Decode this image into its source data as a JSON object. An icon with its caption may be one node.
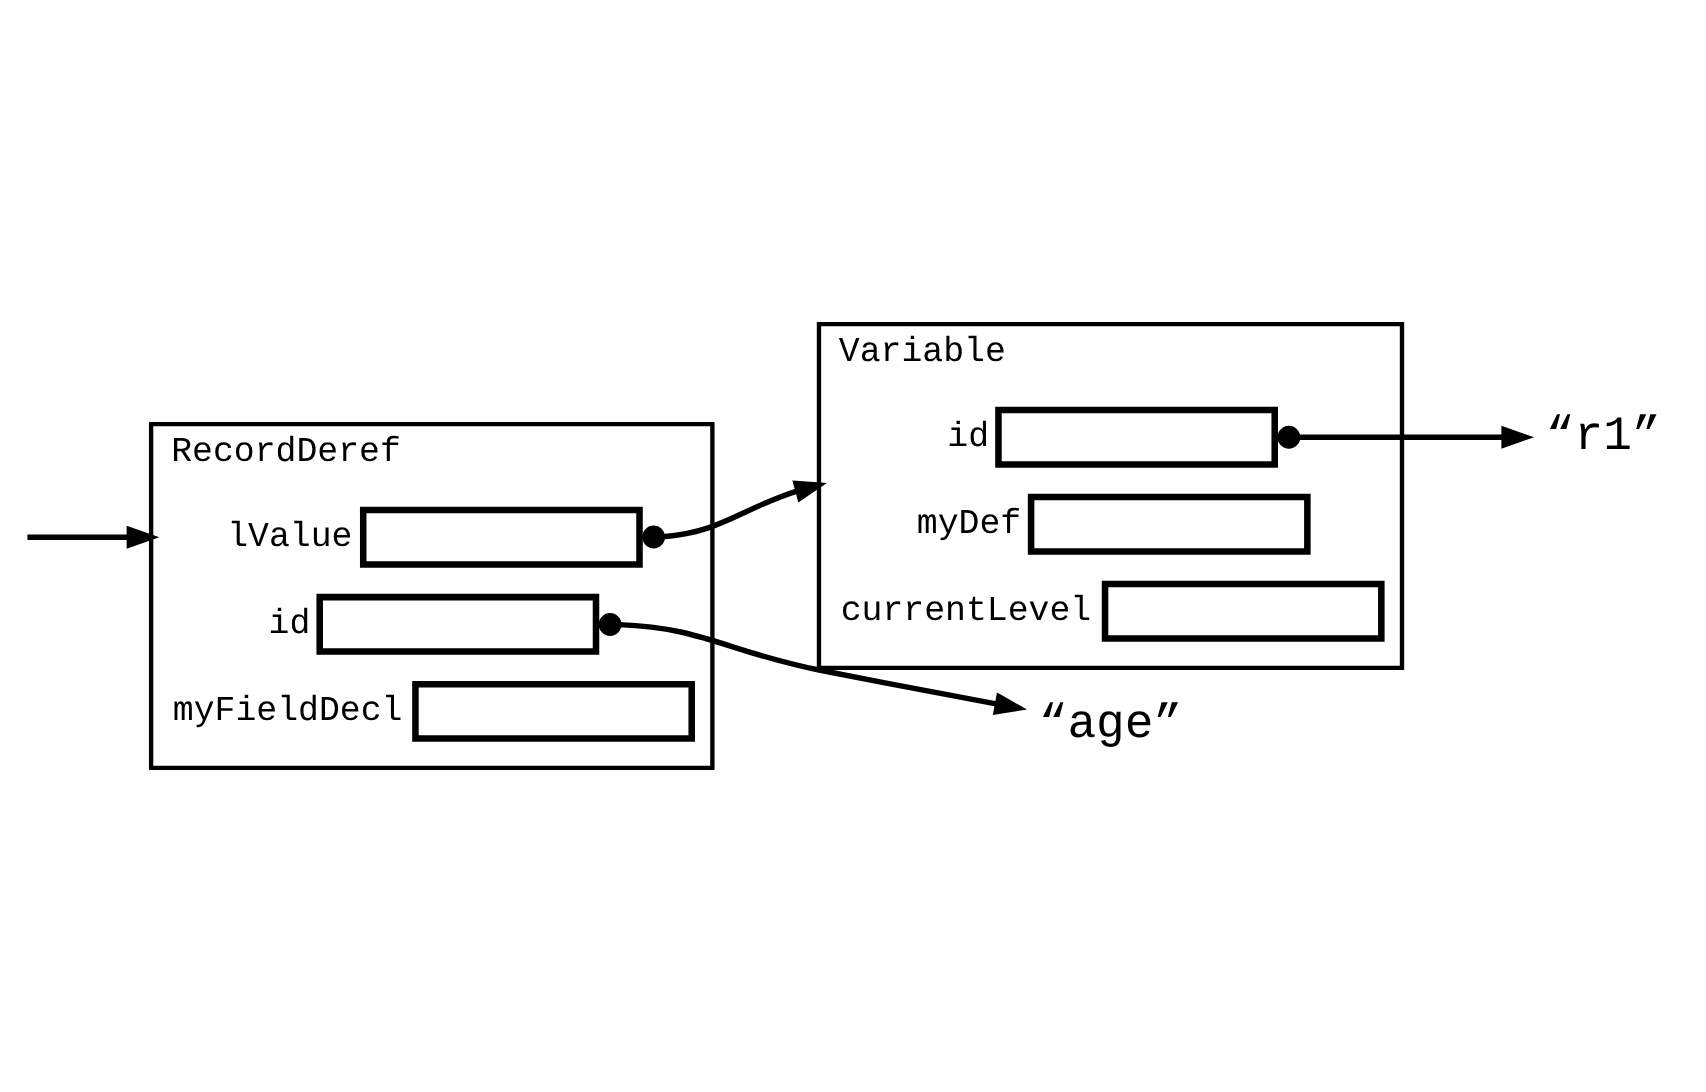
{
  "diagram": {
    "nodes": [
      {
        "text": [
          "RecordDeref"
        ]
      },
      {
        "text": [],
        "shape": "box",
        "in": 0,
        "beside": [
          "lValue"
        ]
      },
      {
        "text": [],
        "shape": "box",
        "in": 0,
        "beside": [
          "id"
        ]
      },
      {
        "text": [],
        "shape": "box",
        "in": 0,
        "beside": [
          "myFieldDecl"
        ]
      },
      {
        "text": [
          "“age”"
        ]
      },
      {
        "text": [
          "Variable"
        ]
      },
      {
        "text": [],
        "shape": "box",
        "in": 5,
        "beside": [
          "id"
        ]
      },
      {
        "text": [],
        "shape": "box",
        "in": 5,
        "beside": [
          "myDef"
        ]
      },
      {
        "text": [],
        "shape": "box",
        "in": 5,
        "beside": [
          "currentLevel"
        ]
      },
      {
        "text": [
          "“r1”"
        ]
      }
    ],
    "edges": [
      {
        "from": null,
        "to": 0,
        "arrow": "to"
      },
      {
        "from": 1,
        "to": 5,
        "arrow": "to"
      },
      {
        "from": 2,
        "to": 4,
        "arrow": "to"
      },
      {
        "from": 6,
        "to": 9,
        "arrow": "to"
      }
    ]
  }
}
